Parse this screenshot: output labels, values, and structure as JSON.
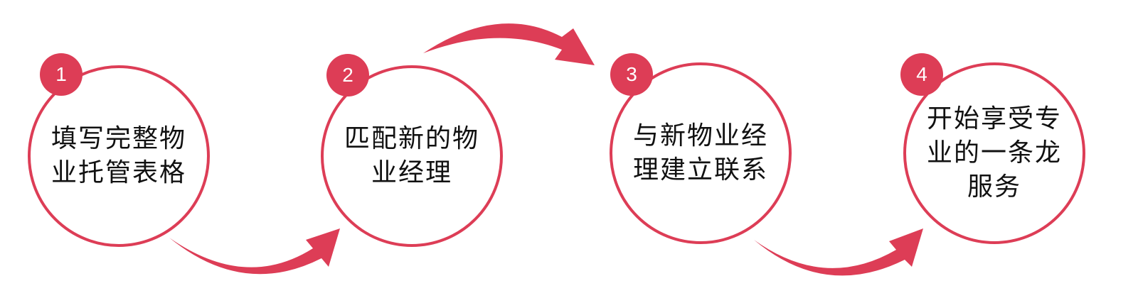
{
  "colors": {
    "accent": "#dd3d56",
    "text": "#111111",
    "background": "#ffffff"
  },
  "steps": [
    {
      "number": "1",
      "lines": [
        "填写完整物",
        "业托管表格"
      ]
    },
    {
      "number": "2",
      "lines": [
        "匹配新的物",
        "业经理"
      ]
    },
    {
      "number": "3",
      "lines": [
        "与新物业经",
        "理建立联系"
      ]
    },
    {
      "number": "4",
      "lines": [
        "开始享受专",
        "业的一条龙",
        "服务"
      ]
    }
  ]
}
